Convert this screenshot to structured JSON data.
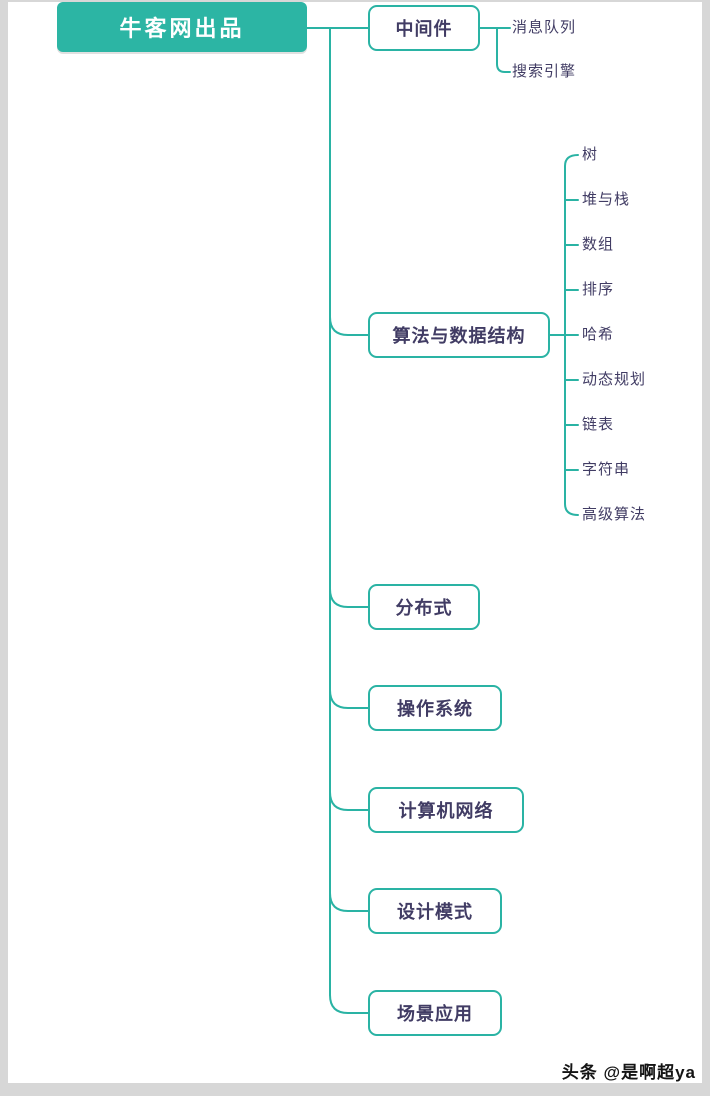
{
  "root": {
    "label": "牛客网出品"
  },
  "branches": [
    {
      "label": "中间件",
      "children": [
        "消息队列",
        "搜索引擎"
      ]
    },
    {
      "label": "算法与数据结构",
      "children": [
        "树",
        "堆与栈",
        "数组",
        "排序",
        "哈希",
        "动态规划",
        "链表",
        "字符串",
        "高级算法"
      ]
    },
    {
      "label": "分布式",
      "children": []
    },
    {
      "label": "操作系统",
      "children": []
    },
    {
      "label": "计算机网络",
      "children": []
    },
    {
      "label": "设计模式",
      "children": []
    },
    {
      "label": "场景应用",
      "children": []
    }
  ],
  "watermark": {
    "label": "头条 @是啊超ya"
  },
  "colors": {
    "accent": "#2ab3a4",
    "root_fill": "#2cb5a4",
    "root_text": "#ffffff",
    "node_text": "#413c64",
    "frame": "#d7d7d7"
  }
}
